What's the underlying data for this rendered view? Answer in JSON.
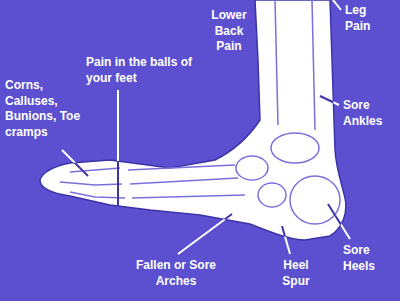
{
  "diagram": {
    "labels": [
      "Lower Back Pain",
      "Leg Pain",
      "Pain in the balls of your feet",
      "Corns, Calluses, Bunions, Toe cramps",
      "Sore Ankles",
      "Fallen or Sore Arches",
      "Heel Spur",
      "Sore Heels"
    ]
  }
}
